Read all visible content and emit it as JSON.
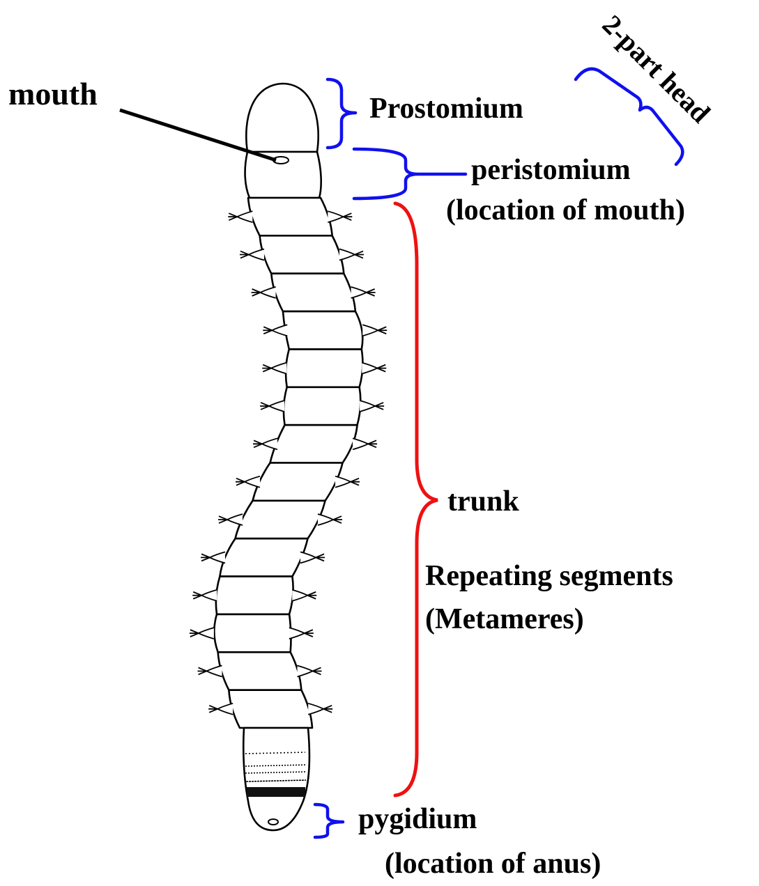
{
  "labels": {
    "mouth": "mouth",
    "prostomium": "Prostomium",
    "two_part_head": "2-part head",
    "peristomium": "peristomium",
    "peristomium_note": "(location of mouth)",
    "trunk": "trunk",
    "repeating": "Repeating segments",
    "metameres": "(Metameres)",
    "pygidium": "pygidium",
    "pygidium_note": "(location of anus)"
  },
  "colors": {
    "head_brace": "#1010ee",
    "trunk_brace": "#ee1111",
    "outline": "#000000"
  },
  "worm": {
    "trunk_segment_count": 14,
    "parapodia": "paired",
    "pygidium_opening": "anus"
  }
}
